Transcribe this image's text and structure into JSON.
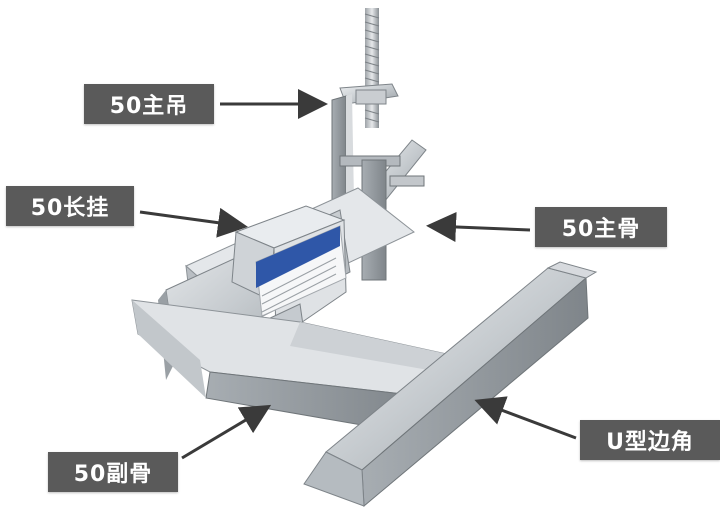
{
  "callouts": {
    "main_hanger": "50主吊",
    "long_hanger": "50长挂",
    "main_keel": "50主骨",
    "sub_keel": "50副骨",
    "u_edge": "U型边角"
  },
  "colors": {
    "label_bg": "#5a5a5a",
    "label_text": "#ffffff",
    "steel_light": "#dcdfe2",
    "steel_mid": "#b9bec3",
    "steel_dark": "#8d9398",
    "sticker_blue": "#2f57a8",
    "arrow": "#3a3a3a"
  }
}
